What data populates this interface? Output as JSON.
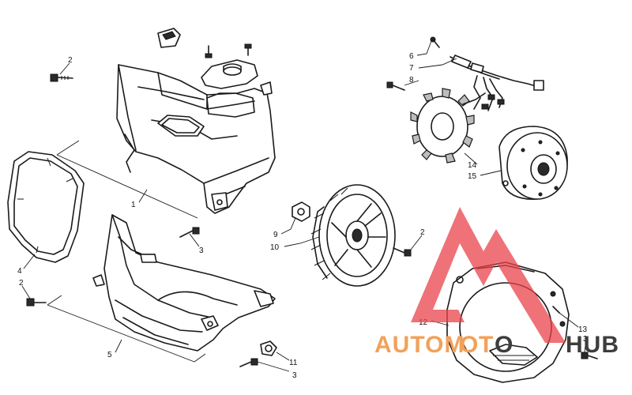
{
  "callouts": [
    "1",
    "2",
    "3",
    "4",
    "5",
    "6",
    "7",
    "8",
    "9",
    "10",
    "11",
    "12",
    "13",
    "14",
    "15"
  ],
  "watermark": {
    "text_left": "AUTOM",
    "text_mid": "O",
    "text_mid2": "T",
    "text_mid3": "O",
    "text_right": "HUB",
    "color_primary": "#f2a15a",
    "color_dark": "#3d3d3d",
    "logo_color": "#e8434a"
  }
}
